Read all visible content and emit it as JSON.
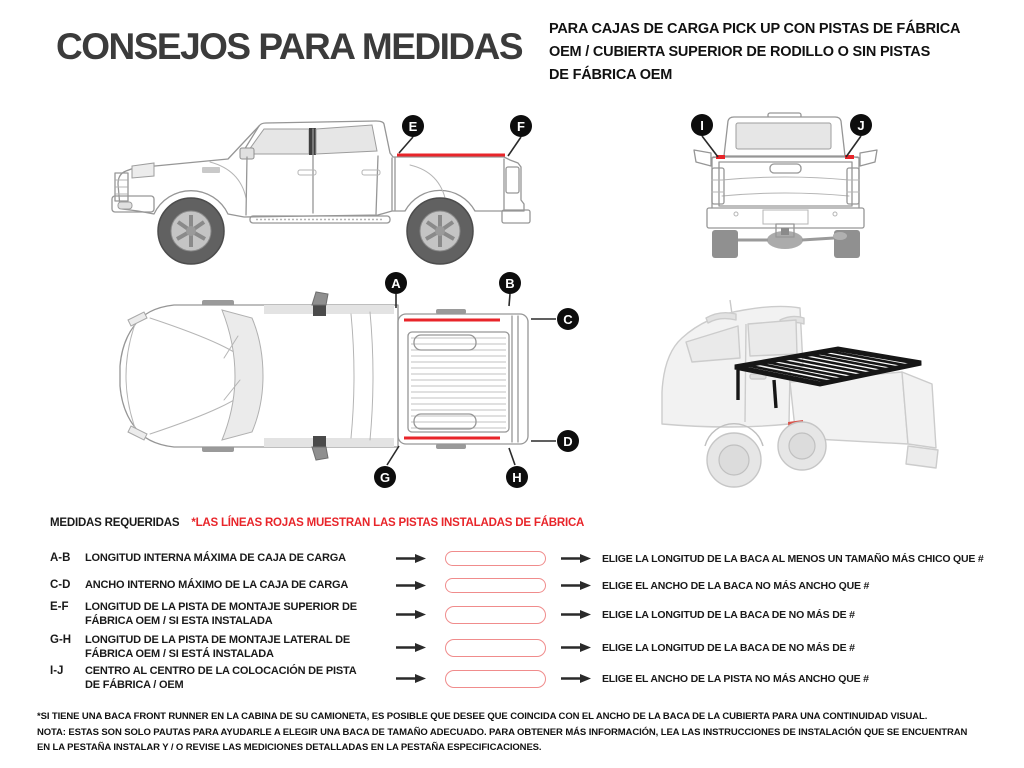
{
  "header": {
    "title": "CONSEJOS PARA MEDIDAS",
    "subtitle_line1": "PARA CAJAS DE CARGA PICK UP CON PISTAS DE FÁBRICA",
    "subtitle_line2": "OEM / CUBIERTA SUPERIOR DE RODILLO O SIN PISTAS",
    "subtitle_line3": "DE FÁBRICA OEM"
  },
  "markers": {
    "a": "A",
    "b": "B",
    "c": "C",
    "d": "D",
    "e": "E",
    "f": "F",
    "g": "G",
    "h": "H",
    "i": "I",
    "j": "J"
  },
  "legend": {
    "label": "MEDIDAS REQUERIDAS",
    "note": "*LAS LÍNEAS ROJAS MUESTRAN LAS PISTAS INSTALADAS DE FÁBRICA"
  },
  "measurements": [
    {
      "code": "A-B",
      "desc1": "LONGITUD INTERNA MÁXIMA DE CAJA DE CARGA",
      "desc2": "",
      "instruction": "ELIGE LA LONGITUD DE LA BACA AL MENOS UN TAMAÑO MÁS CHICO QUE #"
    },
    {
      "code": "C-D",
      "desc1": "ANCHO INTERNO MÁXIMO DE LA CAJA DE CARGA",
      "desc2": "",
      "instruction": "ELIGE EL ANCHO DE LA BACA NO MÁS ANCHO QUE #"
    },
    {
      "code": "E-F",
      "desc1": "LONGITUD DE LA PISTA DE MONTAJE SUPERIOR DE",
      "desc2": "FÁBRICA OEM / SI ESTA INSTALADA",
      "instruction": "ELIGE LA LONGITUD DE LA BACA DE NO MÁS DE #"
    },
    {
      "code": "G-H",
      "desc1": "LONGITUD DE LA PISTA DE MONTAJE LATERAL DE",
      "desc2": "FÁBRICA OEM / SI ESTÁ INSTALADA",
      "instruction": "ELIGE LA LONGITUD DE LA BACA DE NO MÁS DE #"
    },
    {
      "code": "I-J",
      "desc1": "CENTRO AL CENTRO DE LA COLOCACIÓN DE PISTA",
      "desc2": "DE FÁBRICA / OEM",
      "instruction": "ELIGE EL ANCHO DE LA PISTA NO MÁS ANCHO QUE #"
    }
  ],
  "footnotes": [
    "*SI TIENE UNA BACA FRONT RUNNER EN LA CABINA DE SU CAMIONETA, ES POSIBLE QUE DESEE QUE COINCIDA CON EL ANCHO DE LA BACA DE LA CUBIERTA PARA UNA CONTINUIDAD VISUAL.",
    "NOTA: ESTAS SON SOLO PAUTAS PARA AYUDARLE A ELEGIR UNA BACA DE TAMAÑO ADECUADO. PARA OBTENER MÁS INFORMACIÓN, LEA LAS INSTRUCCIONES DE INSTALACIÓN QUE SE ENCUENTRAN",
    "EN LA PESTAÑA INSTALAR Y / O REVISE LAS MEDICIONES DETALLADAS EN LA PESTAÑA ESPECIFICACIONES."
  ],
  "colors": {
    "red": "#e8252a",
    "pill_border": "#f08c8c",
    "ink": "#1a1a1a",
    "title_ink": "#3b3b3b"
  }
}
